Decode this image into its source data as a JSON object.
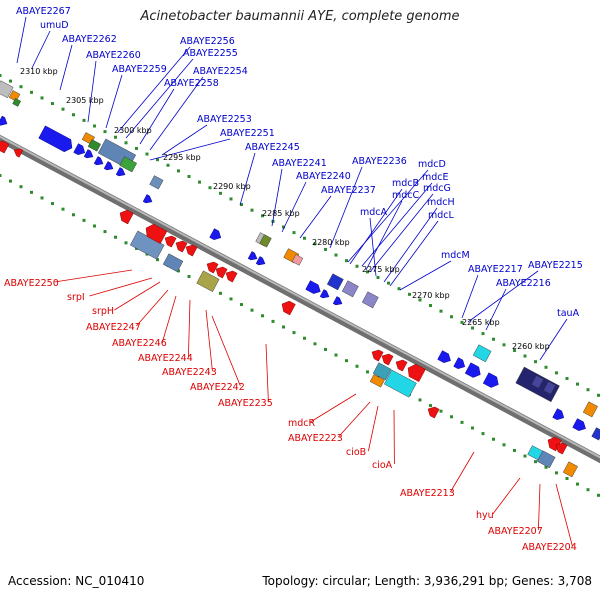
{
  "title": "Acinetobacter baumannii AYE, complete genome",
  "footer": {
    "accession": "Accession: NC_010410",
    "topology": "Topology: circular; Length: 3,936,291 bp; Genes: 3,708"
  },
  "colors": {
    "forward_label": "#0000cc",
    "reverse_label": "#dd0000",
    "backbone": "#8c8c8c",
    "tick_dots": "#2e8b2e"
  },
  "ticks": [
    {
      "label": "2310 kbp"
    },
    {
      "label": "2305 kbp"
    },
    {
      "label": "2300 kbp"
    },
    {
      "label": "2295 kbp"
    },
    {
      "label": "2290 kbp"
    },
    {
      "label": "2285 kbp"
    },
    {
      "label": "2280 kbp"
    },
    {
      "label": "2275 kbp"
    },
    {
      "label": "2270 kbp"
    },
    {
      "label": "2265 kbp"
    },
    {
      "label": "2260 kbp"
    }
  ],
  "forward_labels": [
    {
      "text": "ABAYE2267"
    },
    {
      "text": "umuD"
    },
    {
      "text": "ABAYE2262"
    },
    {
      "text": "ABAYE2260"
    },
    {
      "text": "ABAYE2259"
    },
    {
      "text": "ABAYE2256"
    },
    {
      "text": "ABAYE2255"
    },
    {
      "text": "ABAYE2258"
    },
    {
      "text": "ABAYE2254"
    },
    {
      "text": "ABAYE2253"
    },
    {
      "text": "ABAYE2251"
    },
    {
      "text": "ABAYE2245"
    },
    {
      "text": "ABAYE2241"
    },
    {
      "text": "ABAYE2240"
    },
    {
      "text": "ABAYE2237"
    },
    {
      "text": "ABAYE2236"
    },
    {
      "text": "mdcD"
    },
    {
      "text": "mdcB"
    },
    {
      "text": "mdcE"
    },
    {
      "text": "mdcC"
    },
    {
      "text": "mdcG"
    },
    {
      "text": "mdcA"
    },
    {
      "text": "mdcH"
    },
    {
      "text": "mdcL"
    },
    {
      "text": "mdcM"
    },
    {
      "text": "ABAYE2217"
    },
    {
      "text": "ABAYE2215"
    },
    {
      "text": "ABAYE2216"
    },
    {
      "text": "tauA"
    }
  ],
  "reverse_labels": [
    {
      "text": "ABAYE2250"
    },
    {
      "text": "srpI"
    },
    {
      "text": "srpH"
    },
    {
      "text": "ABAYE2247"
    },
    {
      "text": "ABAYE2246"
    },
    {
      "text": "ABAYE2244"
    },
    {
      "text": "ABAYE2243"
    },
    {
      "text": "ABAYE2242"
    },
    {
      "text": "ABAYE2235"
    },
    {
      "text": "mdcR"
    },
    {
      "text": "ABAYE2223"
    },
    {
      "text": "cioB"
    },
    {
      "text": "cioA"
    },
    {
      "text": "ABAYE2213"
    },
    {
      "text": "hyu"
    },
    {
      "text": "ABAYE2207"
    },
    {
      "text": "ABAYE2204"
    }
  ]
}
